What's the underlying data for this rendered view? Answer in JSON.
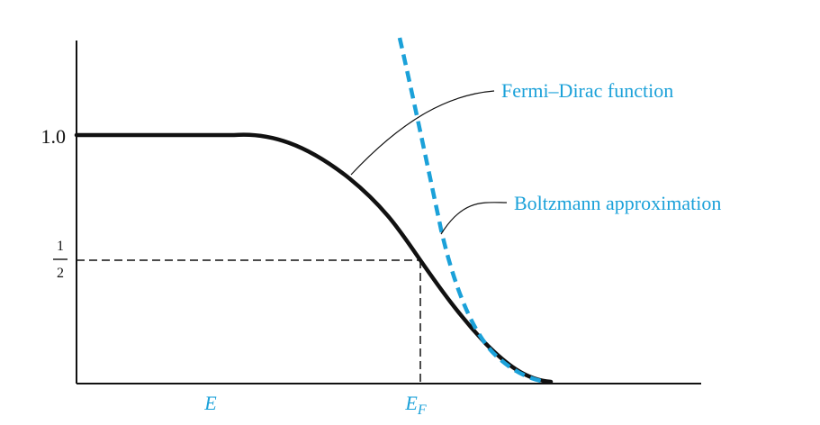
{
  "diagram": {
    "y_tick_one": "1.0",
    "y_tick_half_num": "1",
    "y_tick_half_den": "2",
    "x_label_e": "E",
    "x_label_ef_main": "E",
    "x_label_ef_sub": "F",
    "fermi_dirac_label": "Fermi–Dirac function",
    "boltzmann_label": "Boltzmann approximation"
  },
  "colors": {
    "axis": "#111111",
    "fermi_dirac_curve": "#111111",
    "boltzmann_curve": "#1ba1d9",
    "label_text": "#1ba1d9"
  }
}
